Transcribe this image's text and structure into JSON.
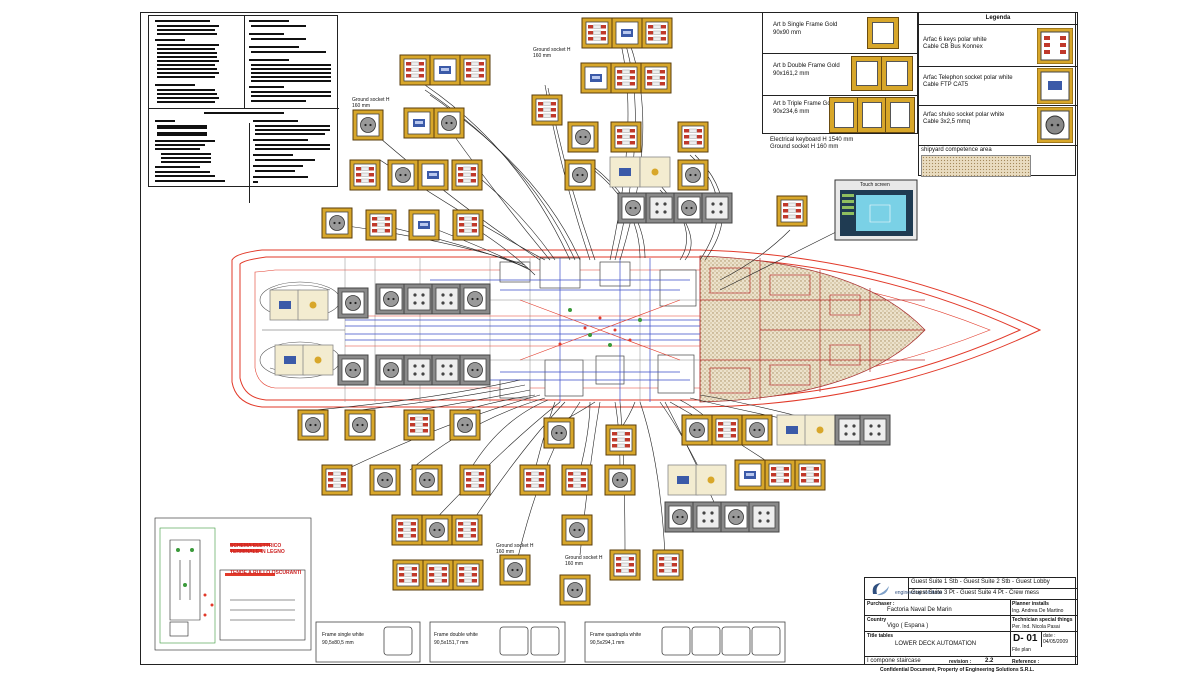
{
  "legend_panel": {
    "title": "Legenda",
    "items": [
      {
        "text": "Arfac 6 keys polar white",
        "sub": "Cable CB Bus Konnex"
      },
      {
        "text": "Arfac Telephon socket polar white",
        "sub": "Cable FTP CAT5"
      },
      {
        "text": "Arfac shuko socket  polar white",
        "sub": "Cable 3x2,5 mmq"
      }
    ],
    "area_label": "shipyard competence area"
  },
  "frames_panel": {
    "single": {
      "label": "Art b  Single Frame   Gold",
      "dims": "90x90 mm"
    },
    "double": {
      "label": "Art b Double Frame Gold",
      "dims": "90x161,2 mm"
    },
    "triple": {
      "label": "Art b Triple Frame Gold",
      "dims": "90x234,6 mm"
    },
    "notes": [
      "Electrical keyboard H 1540 mm",
      "Ground socket H 160 mm"
    ]
  },
  "callouts": [
    "Ground socket H 160 mm",
    "Ground socket H 160 mm",
    "Ground socket H 160 mm",
    "Ground socket H 160 mm"
  ],
  "touchscreen_label": "Touch screen",
  "bottom_frames": [
    {
      "label": "Frame single  white",
      "dims": "90,5x80,5 mm"
    },
    {
      "label": "Frame double white",
      "dims": "90,5x151,7 mm"
    },
    {
      "label": "Frame quadrupla white",
      "dims": "90,5x294,1 mm"
    }
  ],
  "electrical_box": {
    "title1": "SCHEMA ELETTRICO",
    "title2": "TERMINALE IN LEGNO",
    "title3": "TENDE A RULLO OSCURANTI"
  },
  "title_block": {
    "project_line1": "Guest Suite 1 Stb - Guest Suite 2 Stb - Guest Lobby",
    "project_line2": "Guest Suite 3 Pt - Guest Suite 4 Pt - Crew mess",
    "purchaser_label": "Purchaser :",
    "purchaser": "Factoria Naval De Marin",
    "country_label": "Country",
    "country": "Vigo ( Espana )",
    "title_label": "Title tables",
    "title": "LOWER DECK AUTOMATION",
    "planner_label": "Planner installs",
    "planner": "Ing. Andrea De Martino",
    "tech_label": "Technician special things",
    "tech": "Per. Ind. Nicola Pasai",
    "sheet_no": "D- 01",
    "date_label": "date :",
    "date": "04/05/2009",
    "file_label": "File plan",
    "composer": "I compone staircase",
    "revision_label": "revision :",
    "revision": "2.2",
    "reference_label": "Reference :",
    "confidential": "Confidential Document, Property of Engineering Solutions S.R.L.",
    "company": "engineering solutions"
  },
  "colors": {
    "hull_red": "#e23a2a",
    "cable_blue": "#3a4dc8",
    "frame_gold": "#d8a72a",
    "frame_gray": "#8a8a8a",
    "socket_red": "#c0392b",
    "hatch": "#cdb48a"
  }
}
